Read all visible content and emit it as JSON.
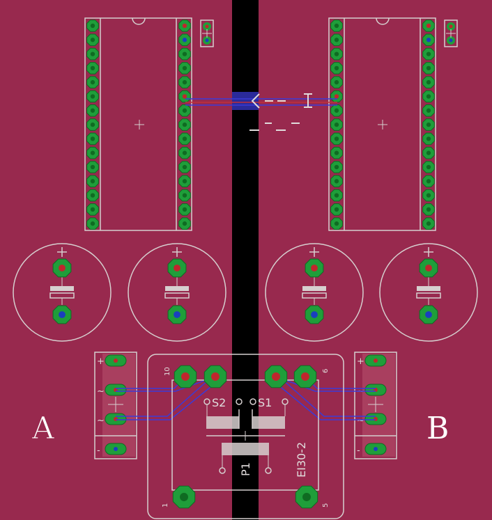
{
  "colors": {
    "board": "#98294e",
    "channel": "#000000",
    "silk": "#d6cfcf",
    "pad": "#1f9e3a",
    "pad_dark": "#0f6b22",
    "drill_red": "#c0262d",
    "drill_blue": "#1a3fbf",
    "trace_blue": "#3a3ad8",
    "trace_red": "#c0303a"
  },
  "labels": {
    "side_a": "A",
    "side_b": "B",
    "transformer_name": "EI30-2",
    "primary": "P1",
    "secondary_1": "S1",
    "secondary_2": "S2",
    "pin_10": "10",
    "pin_1": "1",
    "pin_6": "6",
    "pin_5": "5",
    "connector_plus": "+",
    "connector_tilde": "~",
    "connector_minus": "-",
    "cap_plus": "+"
  },
  "ic_sockets": [
    {
      "name": "left-ic-socket",
      "pins_per_side": 15
    },
    {
      "name": "right-ic-socket",
      "pins_per_side": 15
    }
  ],
  "capacitors": [
    "cap-1",
    "cap-2",
    "cap-3",
    "cap-4"
  ],
  "connectors": [
    "connector-a",
    "connector-b"
  ]
}
